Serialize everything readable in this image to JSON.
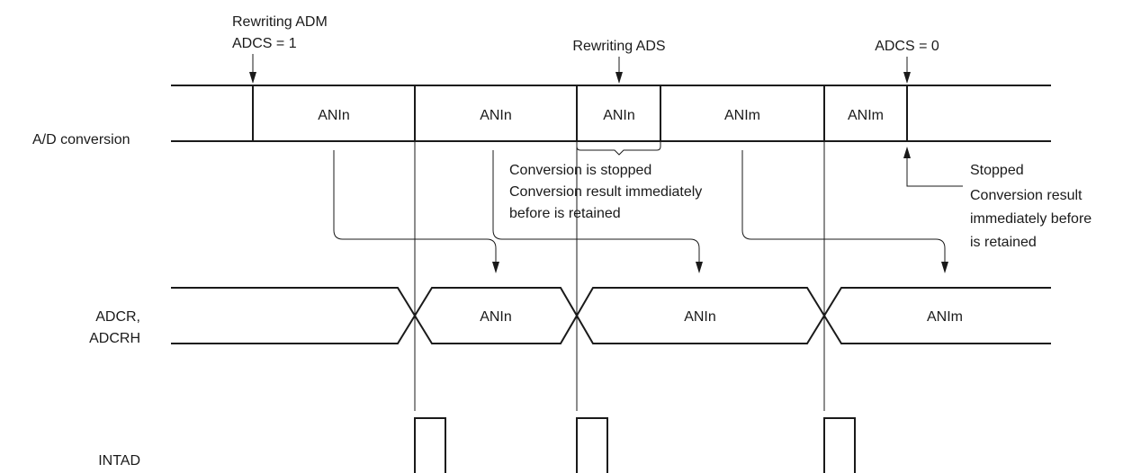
{
  "signals": {
    "ad_conversion": "A/D conversion",
    "adcr_line1": "ADCR,",
    "adcr_line2": "ADCRH",
    "intad": "INTAD"
  },
  "conversion_segments": [
    "ANIn",
    "ANIn",
    "ANIn",
    "ANIm",
    "ANIm"
  ],
  "register_segments": [
    "ANIn",
    "ANIn",
    "ANIm"
  ],
  "annotations": {
    "rewriting_adm": "Rewriting ADM",
    "adcs_1": "ADCS = 1",
    "rewriting_ads": "Rewriting ADS",
    "adcs_0": "ADCS = 0",
    "stop_note": [
      "Conversion is stopped",
      "Conversion result immediately",
      "before is retained"
    ],
    "stopped_note": [
      "Stopped",
      "Conversion result",
      "immediately before",
      "is retained"
    ]
  },
  "colors": {
    "line": "#1a1a1a",
    "background": "#ffffff"
  }
}
